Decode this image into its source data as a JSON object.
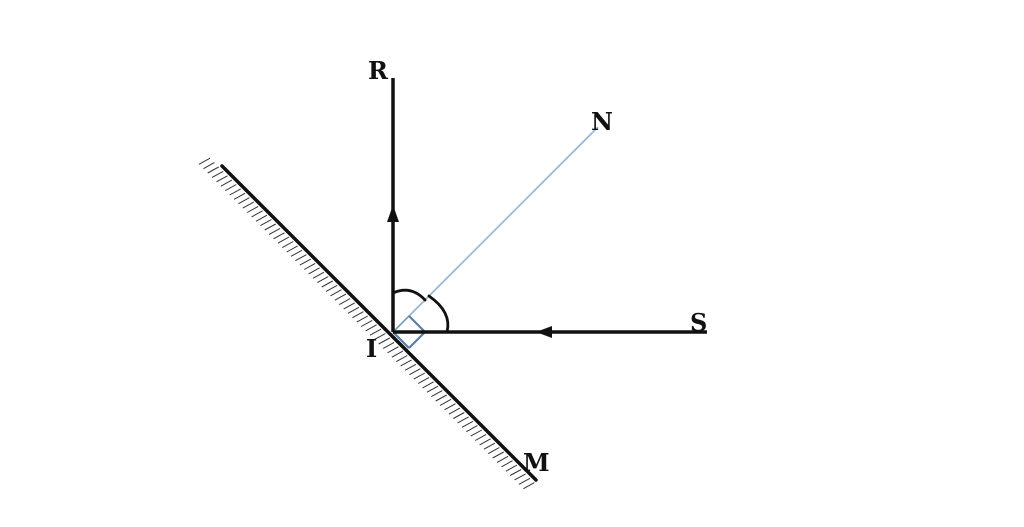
{
  "labels": {
    "R": "R",
    "N": "N",
    "S": "S",
    "I": "I",
    "M": "M"
  },
  "colors": {
    "ink": "#111111",
    "normal_line": "#8fb4d6",
    "right_angle_mark": "#5a7fa6",
    "background": "#ffffff"
  }
}
